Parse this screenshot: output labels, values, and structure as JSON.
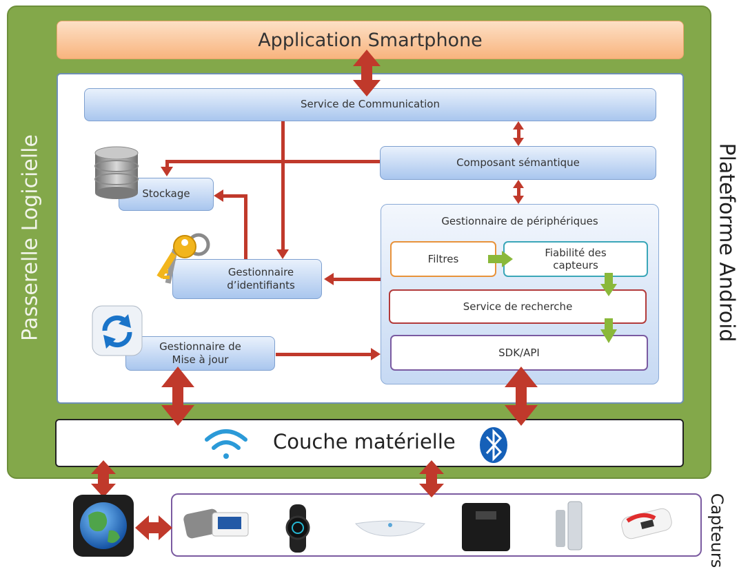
{
  "outer": {
    "vertical_label": "Plateforme Android"
  },
  "app": {
    "label": "Application Smartphone"
  },
  "passerelle": {
    "vertical_label": "Passerelle Logicielle"
  },
  "service_comm": {
    "label": "Service de Communication"
  },
  "composant": {
    "label": "Composant sémantique"
  },
  "stockage": {
    "label": "Stockage"
  },
  "gest_ident": {
    "line1": "Gestionnaire",
    "line2": "d’identifiants"
  },
  "gest_maj": {
    "line1": "Gestionnaire de",
    "line2": "Mise à jour"
  },
  "gest_periph": {
    "title": "Gestionnaire de périphériques",
    "filtres": "Filtres",
    "fiabilite_line1": "Fiabilité des",
    "fiabilite_line2": "capteurs",
    "recherche": "Service de recherche",
    "sdk": "SDK/API"
  },
  "couche": {
    "label": "Couche matérielle"
  },
  "capteurs": {
    "vertical_label": "Capteurs"
  },
  "icons": [
    "database-icon",
    "keys-icon",
    "sync-icon",
    "wifi-icon",
    "bluetooth-icon",
    "globe-icon",
    "blood-pressure-monitor-icon",
    "activity-tracker-icon",
    "sleep-sensor-icon",
    "body-scale-icon",
    "air-quality-sensor-icon",
    "pulse-oximeter-icon"
  ],
  "colors": {
    "frame_green": "#83a84a",
    "app_orange": "#f8b47e",
    "box_blue": "#a9c6ee",
    "arrow_red": "#c0392b",
    "arrow_green": "#8ab83a",
    "filtres_border": "#e8923a",
    "fiabilite_border": "#3aa6b8",
    "recherche_border": "#b23a3a",
    "sdk_border": "#7a5aa0",
    "capteurs_border": "#7a5aa0"
  }
}
